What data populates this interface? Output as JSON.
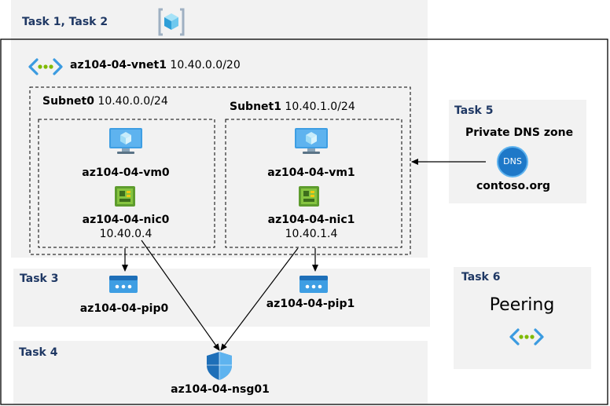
{
  "tasks": {
    "t12": "Task 1, Task 2",
    "t3": "Task 3",
    "t4": "Task 4",
    "t5": "Task 5",
    "t6": "Task 6"
  },
  "vnet": {
    "name": "az104-04-vnet1",
    "cidr": "10.40.0.0/20"
  },
  "subnets": [
    {
      "name": "Subnet0",
      "cidr": "10.40.0.0/24",
      "vm": "az104-04-vm0",
      "nic": "az104-04-nic0",
      "ip": "10.40.0.4"
    },
    {
      "name": "Subnet1",
      "cidr": "10.40.1.0/24",
      "vm": "az104-04-vm1",
      "nic": "az104-04-nic1",
      "ip": "10.40.1.4"
    }
  ],
  "pips": [
    "az104-04-pip0",
    "az104-04-pip1"
  ],
  "nsg": "az104-04-nsg01",
  "dns": {
    "title": "Private DNS zone",
    "badge": "DNS",
    "zone": "contoso.org"
  },
  "peering": "Peering",
  "colors": {
    "panel": "#f2f2f2",
    "task": "#1f3864",
    "azure": "#50a8e8",
    "nic": "#5e9c2e",
    "line": "#000000"
  },
  "icons": [
    "resource-group-icon",
    "vnet-icon",
    "vm-icon",
    "nic-icon",
    "public-ip-icon",
    "nsg-shield-icon",
    "dns-icon"
  ]
}
